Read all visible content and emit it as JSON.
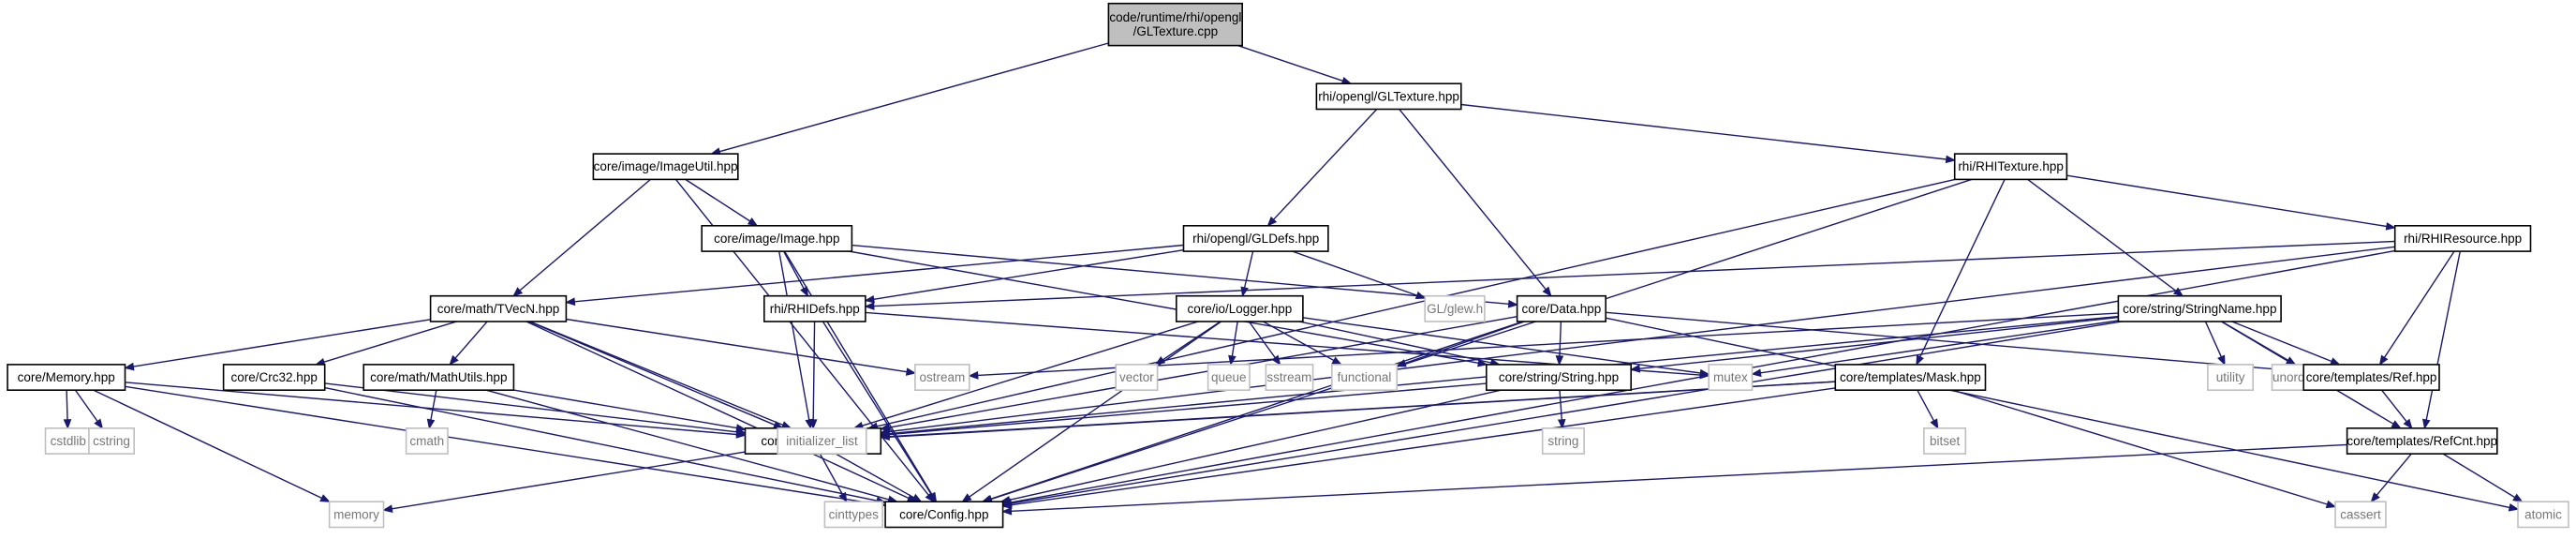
{
  "diagram": {
    "nodes": [
      {
        "id": "root",
        "label": "code/runtime/rhi/opengl\n/GLTexture.cpp",
        "kind": "root"
      },
      {
        "id": "gltexture_hpp",
        "label": "rhi/opengl/GLTexture.hpp",
        "kind": "file"
      },
      {
        "id": "imageutil",
        "label": "core/image/ImageUtil.hpp",
        "kind": "file"
      },
      {
        "id": "rhitexture",
        "label": "rhi/RHITexture.hpp",
        "kind": "file"
      },
      {
        "id": "image",
        "label": "core/image/Image.hpp",
        "kind": "file"
      },
      {
        "id": "gldefs",
        "label": "rhi/opengl/GLDefs.hpp",
        "kind": "file"
      },
      {
        "id": "rhiresource",
        "label": "rhi/RHIResource.hpp",
        "kind": "file"
      },
      {
        "id": "tvecn",
        "label": "core/math/TVecN.hpp",
        "kind": "file"
      },
      {
        "id": "rhidefs",
        "label": "rhi/RHIDefs.hpp",
        "kind": "file"
      },
      {
        "id": "logger",
        "label": "core/io/Logger.hpp",
        "kind": "file"
      },
      {
        "id": "glew",
        "label": "GL/glew.h",
        "kind": "system"
      },
      {
        "id": "data",
        "label": "core/Data.hpp",
        "kind": "file"
      },
      {
        "id": "stringname",
        "label": "core/string/StringName.hpp",
        "kind": "file"
      },
      {
        "id": "memory_hpp",
        "label": "core/Memory.hpp",
        "kind": "file"
      },
      {
        "id": "crc32",
        "label": "core/Crc32.hpp",
        "kind": "file"
      },
      {
        "id": "mathutils",
        "label": "core/math/MathUtils.hpp",
        "kind": "file"
      },
      {
        "id": "ostream",
        "label": "ostream",
        "kind": "system"
      },
      {
        "id": "vector",
        "label": "vector",
        "kind": "system"
      },
      {
        "id": "queue",
        "label": "queue",
        "kind": "system"
      },
      {
        "id": "sstream",
        "label": "sstream",
        "kind": "system"
      },
      {
        "id": "functional",
        "label": "functional",
        "kind": "system"
      },
      {
        "id": "string_hpp",
        "label": "core/string/String.hpp",
        "kind": "file"
      },
      {
        "id": "mutex",
        "label": "mutex",
        "kind": "system"
      },
      {
        "id": "mask",
        "label": "core/templates/Mask.hpp",
        "kind": "file"
      },
      {
        "id": "utility",
        "label": "utility",
        "kind": "system"
      },
      {
        "id": "unordered_map",
        "label": "unordered_map",
        "kind": "system"
      },
      {
        "id": "ref",
        "label": "core/templates/Ref.hpp",
        "kind": "file"
      },
      {
        "id": "cstdlib",
        "label": "cstdlib",
        "kind": "system"
      },
      {
        "id": "cstring",
        "label": "cstring",
        "kind": "system"
      },
      {
        "id": "cmath",
        "label": "cmath",
        "kind": "system"
      },
      {
        "id": "typedefs",
        "label": "core/Typedefs.hpp",
        "kind": "file"
      },
      {
        "id": "initializer_list",
        "label": "initializer_list",
        "kind": "system"
      },
      {
        "id": "string_sys",
        "label": "string",
        "kind": "system"
      },
      {
        "id": "bitset",
        "label": "bitset",
        "kind": "system"
      },
      {
        "id": "refcnt",
        "label": "core/templates/RefCnt.hpp",
        "kind": "file"
      },
      {
        "id": "memory_sys",
        "label": "memory",
        "kind": "system"
      },
      {
        "id": "cinttypes",
        "label": "cinttypes",
        "kind": "system"
      },
      {
        "id": "config",
        "label": "core/Config.hpp",
        "kind": "file"
      },
      {
        "id": "cassert",
        "label": "cassert",
        "kind": "system"
      },
      {
        "id": "atomic",
        "label": "atomic",
        "kind": "system"
      }
    ],
    "edges": [
      [
        "root",
        "gltexture_hpp"
      ],
      [
        "root",
        "imageutil"
      ],
      [
        "gltexture_hpp",
        "rhitexture"
      ],
      [
        "gltexture_hpp",
        "gldefs"
      ],
      [
        "gltexture_hpp",
        "data"
      ],
      [
        "imageutil",
        "image"
      ],
      [
        "imageutil",
        "tvecn"
      ],
      [
        "imageutil",
        "config"
      ],
      [
        "image",
        "rhidefs"
      ],
      [
        "image",
        "typedefs"
      ],
      [
        "image",
        "data"
      ],
      [
        "image",
        "config"
      ],
      [
        "image",
        "string_hpp"
      ],
      [
        "gldefs",
        "rhidefs"
      ],
      [
        "gldefs",
        "logger"
      ],
      [
        "gldefs",
        "glew"
      ],
      [
        "gldefs",
        "tvecn"
      ],
      [
        "rhitexture",
        "rhiresource"
      ],
      [
        "rhitexture",
        "stringname"
      ],
      [
        "rhitexture",
        "mask"
      ],
      [
        "rhitexture",
        "typedefs"
      ],
      [
        "rhitexture",
        "config"
      ],
      [
        "rhiresource",
        "ref"
      ],
      [
        "rhiresource",
        "refcnt"
      ],
      [
        "rhiresource",
        "config"
      ],
      [
        "rhiresource",
        "typedefs"
      ],
      [
        "rhiresource",
        "rhidefs"
      ],
      [
        "tvecn",
        "memory_hpp"
      ],
      [
        "tvecn",
        "crc32"
      ],
      [
        "tvecn",
        "mathutils"
      ],
      [
        "tvecn",
        "ostream"
      ],
      [
        "tvecn",
        "typedefs"
      ],
      [
        "tvecn",
        "initializer_list"
      ],
      [
        "tvecn",
        "config"
      ],
      [
        "rhidefs",
        "typedefs"
      ],
      [
        "rhidefs",
        "config"
      ],
      [
        "rhidefs",
        "mutex"
      ],
      [
        "logger",
        "vector"
      ],
      [
        "logger",
        "queue"
      ],
      [
        "logger",
        "sstream"
      ],
      [
        "logger",
        "functional"
      ],
      [
        "logger",
        "string_hpp"
      ],
      [
        "logger",
        "mutex"
      ],
      [
        "logger",
        "typedefs"
      ],
      [
        "logger",
        "config"
      ],
      [
        "data",
        "functional"
      ],
      [
        "data",
        "string_hpp"
      ],
      [
        "data",
        "typedefs"
      ],
      [
        "data",
        "config"
      ],
      [
        "data",
        "atomic"
      ],
      [
        "data",
        "ref"
      ],
      [
        "stringname",
        "string_hpp"
      ],
      [
        "stringname",
        "utility"
      ],
      [
        "stringname",
        "unordered_map"
      ],
      [
        "stringname",
        "ref"
      ],
      [
        "stringname",
        "refcnt"
      ],
      [
        "stringname",
        "mutex"
      ],
      [
        "stringname",
        "ostream"
      ],
      [
        "stringname",
        "typedefs"
      ],
      [
        "stringname",
        "config"
      ],
      [
        "memory_hpp",
        "cstdlib"
      ],
      [
        "memory_hpp",
        "cstring"
      ],
      [
        "memory_hpp",
        "memory_sys"
      ],
      [
        "memory_hpp",
        "typedefs"
      ],
      [
        "memory_hpp",
        "config"
      ],
      [
        "crc32",
        "typedefs"
      ],
      [
        "crc32",
        "config"
      ],
      [
        "mathutils",
        "cmath"
      ],
      [
        "mathutils",
        "typedefs"
      ],
      [
        "mathutils",
        "config"
      ],
      [
        "string_hpp",
        "string_sys"
      ],
      [
        "string_hpp",
        "typedefs"
      ],
      [
        "string_hpp",
        "config"
      ],
      [
        "mask",
        "bitset"
      ],
      [
        "mask",
        "typedefs"
      ],
      [
        "mask",
        "cassert"
      ],
      [
        "mask",
        "initializer_list"
      ],
      [
        "mask",
        "config"
      ],
      [
        "ref",
        "refcnt"
      ],
      [
        "refcnt",
        "cassert"
      ],
      [
        "refcnt",
        "atomic"
      ],
      [
        "refcnt",
        "config"
      ],
      [
        "typedefs",
        "cinttypes"
      ],
      [
        "typedefs",
        "config"
      ],
      [
        "typedefs",
        "memory_sys"
      ]
    ]
  }
}
